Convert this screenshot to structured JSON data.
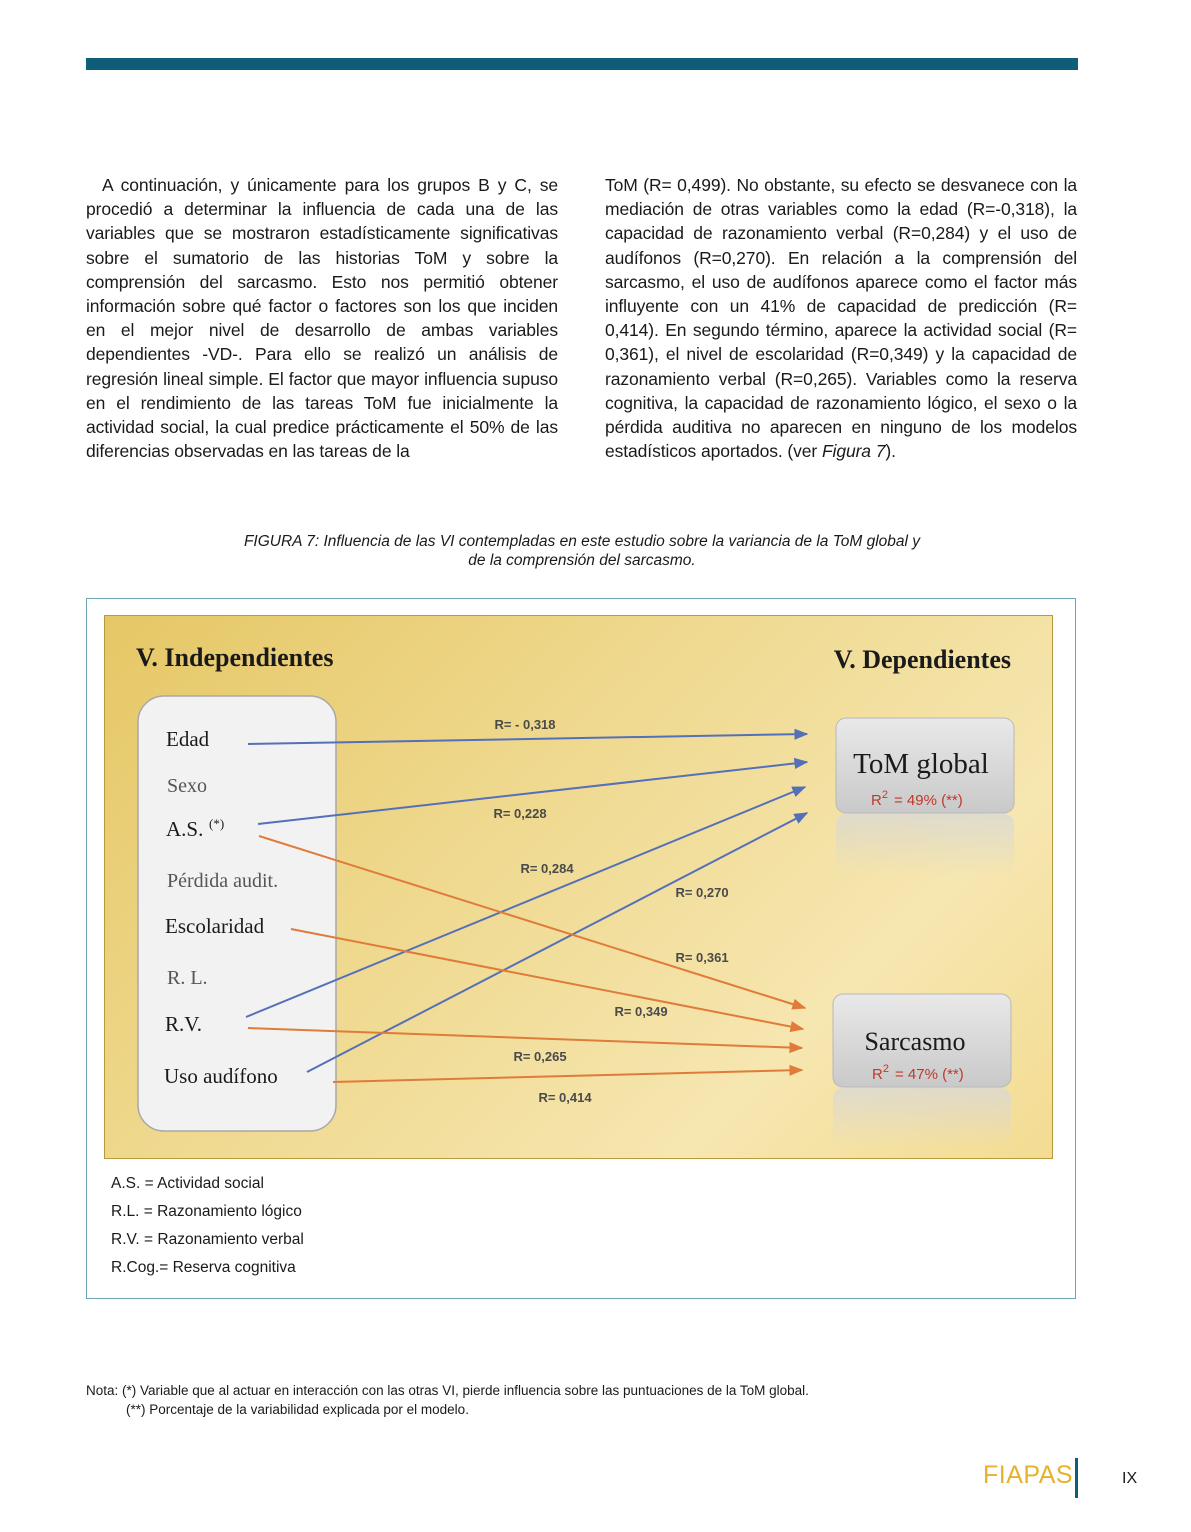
{
  "body": {
    "left_paragraph": "A continuación, y únicamente para los grupos B y C, se procedió a determinar la influencia de cada una de las variables que se mostraron estadísticamente significativas sobre el sumatorio de las historias ToM y sobre la comprensión del sarcasmo. Esto nos permitió obtener información sobre qué factor o factores son los que inciden en el mejor nivel de desarrollo de ambas variables dependientes -VD-. Para ello se realizó un análisis de regresión lineal simple. El factor que mayor influencia supuso en el rendimiento de las tareas ToM fue inicialmente la actividad social, la cual predice prácticamente el 50% de las diferencias observadas en las tareas de la",
    "right_paragraph_text": "ToM (R= 0,499). No obstante, su efecto se desvanece con la mediación de otras variables como la edad (R=-0,318), la capacidad de razonamiento verbal (R=0,284) y el uso de audífonos (R=0,270). En relación a la comprensión del sarcasmo, el uso de audífonos aparece como el factor más influyente con un 41% de capacidad de predicción (R= 0,414). En segundo término, aparece la actividad social (R= 0,361), el nivel de escolaridad (R=0,349) y la capacidad de razonamiento verbal (R=0,265). Variables como la reserva cognitiva, la capacidad de razonamiento lógico, el sexo o la pérdida auditiva no aparecen en ninguno de los modelos estadísticos aportados. (ver ",
    "right_paragraph_ref": "Figura 7",
    "right_paragraph_end": ")."
  },
  "figure": {
    "caption_line1": "FIGURA 7: Influencia de las VI contempladas en este estudio sobre la variancia de la ToM global y",
    "caption_line2": "de la comprensión del sarcasmo.",
    "heading_left": "V. Independientes",
    "heading_right": "V. Dependientes",
    "independents": [
      {
        "id": "edad",
        "label": "Edad",
        "active": true
      },
      {
        "id": "sexo",
        "label": "Sexo",
        "active": false
      },
      {
        "id": "as",
        "label": "A.S.",
        "sup": "(*)",
        "active": true
      },
      {
        "id": "perdida",
        "label": "Pérdida audit.",
        "active": false
      },
      {
        "id": "escolaridad",
        "label": "Escolaridad",
        "active": true
      },
      {
        "id": "rl",
        "label": "R. L.",
        "active": false
      },
      {
        "id": "rv",
        "label": "R.V.",
        "active": true
      },
      {
        "id": "audifono",
        "label": "Uso audífono",
        "active": true
      }
    ],
    "dependents": [
      {
        "id": "tom",
        "label": "ToM global",
        "r2": "R2",
        "r2_value": "= 49% (**)"
      },
      {
        "id": "sarcasmo",
        "label": "Sarcasmo",
        "r2": "R2",
        "r2_value": "= 47% (**)"
      }
    ],
    "links": [
      {
        "from": "edad",
        "to": "tom",
        "label": "R= - 0,318",
        "color": "#5470b8"
      },
      {
        "from": "as",
        "to": "tom",
        "label": "R= 0,228",
        "color": "#5470b8"
      },
      {
        "from": "rv",
        "to": "tom",
        "label": "R= 0,284",
        "color": "#5470b8"
      },
      {
        "from": "audifono",
        "to": "tom",
        "label": "R= 0,270",
        "color": "#5470b8"
      },
      {
        "from": "as",
        "to": "sarcasmo",
        "label": "R= 0,361",
        "color": "#e07b39"
      },
      {
        "from": "escolaridad",
        "to": "sarcasmo",
        "label": "R= 0,349",
        "color": "#e07b39"
      },
      {
        "from": "rv",
        "to": "sarcasmo",
        "label": "R= 0,265",
        "color": "#e07b39"
      },
      {
        "from": "audifono",
        "to": "sarcasmo",
        "label": "R= 0,414",
        "color": "#e07b39"
      }
    ],
    "legend": [
      "A.S. = Actividad social",
      "R.L. = Razonamiento lógico",
      "R.V. = Razonamiento verbal",
      "R.Cog.= Reserva cognitiva"
    ]
  },
  "note": {
    "line1": "Nota: (*) Variable que al actuar en interacción con las otras VI, pierde influencia sobre las puntuaciones de la ToM global.",
    "line2": "(**) Porcentaje de la variabilidad explicada por el modelo."
  },
  "footer": {
    "brand": "FIAPAS",
    "page_number": "IX"
  },
  "colors": {
    "brand_teal": "#0f5d78",
    "brand_yellow": "#e7b22a",
    "link_blue": "#5470b8",
    "link_orange": "#e07b39",
    "r2_red": "#c0392b"
  }
}
